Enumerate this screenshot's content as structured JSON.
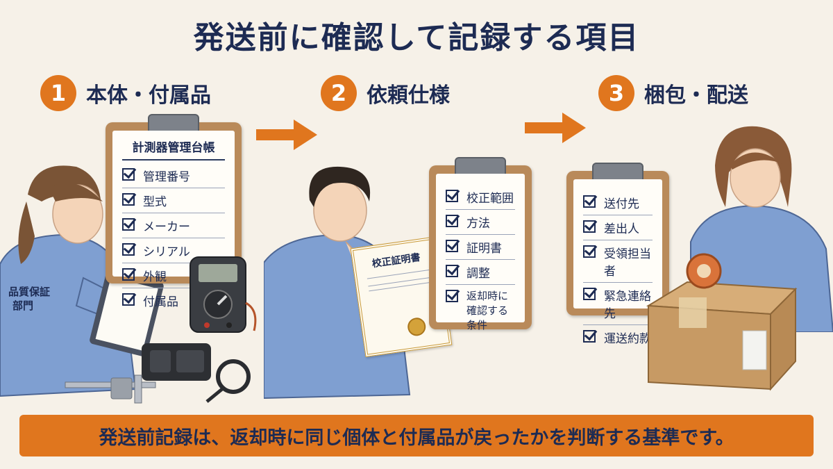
{
  "title": "発送前に確認して記録する項目",
  "steps": [
    {
      "number": "1",
      "title": "本体・付属品",
      "clipboard_title": "計測器管理台帳",
      "items": [
        "管理番号",
        "型式",
        "メーカー",
        "シリアル",
        "外観",
        "付属品"
      ],
      "badge": [
        "品質保証",
        "部門"
      ]
    },
    {
      "number": "2",
      "title": "依頼仕様",
      "certificate_title": "校正証明書",
      "items": [
        "校正範囲",
        "方法",
        "証明書",
        "調整",
        "返却時に確認する条件"
      ]
    },
    {
      "number": "3",
      "title": "梱包・配送",
      "items": [
        "送付先",
        "差出人",
        "受領担当者",
        "緊急連絡先",
        "運送約款"
      ]
    }
  ],
  "caption": "発送前記録は、返却時に同じ個体と付属品が戻ったかを判断する基準です。",
  "colors": {
    "accent": "#e0761e",
    "navy": "#1d2b53",
    "shirt": "#7f9fd1",
    "background": "#f6f1e8"
  },
  "icons": [
    "arrow-right-icon",
    "checkbox-icon",
    "multimeter-icon",
    "caliper-icon",
    "tape-dispenser-icon",
    "cardboard-box-icon",
    "certificate-icon"
  ]
}
